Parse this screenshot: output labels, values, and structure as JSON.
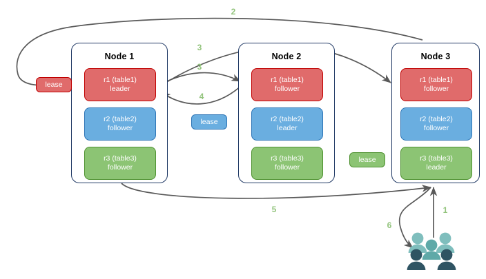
{
  "diagram": {
    "title": "Raft multi-replica lease diagram",
    "colors": {
      "node_border": "#1f3864",
      "replica_red": "#E06B6B",
      "replica_red_border": "#C00000",
      "replica_blue": "#6AAEE0",
      "replica_blue_border": "#2E75B6",
      "replica_green": "#8CC474",
      "replica_green_border": "#4E9130",
      "edge": "#595959",
      "edge_label": "#93C47D",
      "users_light": "#7FBEBD",
      "users_mid": "#5FA9A8",
      "users_dark": "#2F5463"
    }
  },
  "nodes": [
    {
      "title": "Node 1",
      "replicas": [
        {
          "name": "r1 (table1)",
          "role": "leader",
          "color": "red"
        },
        {
          "name": "r2 (table2)",
          "role": "follower",
          "color": "blue"
        },
        {
          "name": "r3 (table3)",
          "role": "follower",
          "color": "green"
        }
      ]
    },
    {
      "title": "Node 2",
      "replicas": [
        {
          "name": "r1 (table1)",
          "role": "follower",
          "color": "red"
        },
        {
          "name": "r2 (table2)",
          "role": "leader",
          "color": "blue"
        },
        {
          "name": "r3 (table3)",
          "role": "follower",
          "color": "green"
        }
      ]
    },
    {
      "title": "Node 3",
      "replicas": [
        {
          "name": "r1 (table1)",
          "role": "follower",
          "color": "red"
        },
        {
          "name": "r2 (table2)",
          "role": "follower",
          "color": "blue"
        },
        {
          "name": "r3 (table3)",
          "role": "leader",
          "color": "green"
        }
      ]
    }
  ],
  "leases": [
    {
      "label": "lease",
      "color": "red"
    },
    {
      "label": "lease",
      "color": "blue"
    },
    {
      "label": "lease",
      "color": "green"
    }
  ],
  "edge_labels": [
    {
      "text": "2"
    },
    {
      "text": "3"
    },
    {
      "text": "3"
    },
    {
      "text": "4"
    },
    {
      "text": "5"
    },
    {
      "text": "1"
    },
    {
      "text": "6"
    }
  ],
  "users": {
    "icon": "users-group-icon"
  }
}
